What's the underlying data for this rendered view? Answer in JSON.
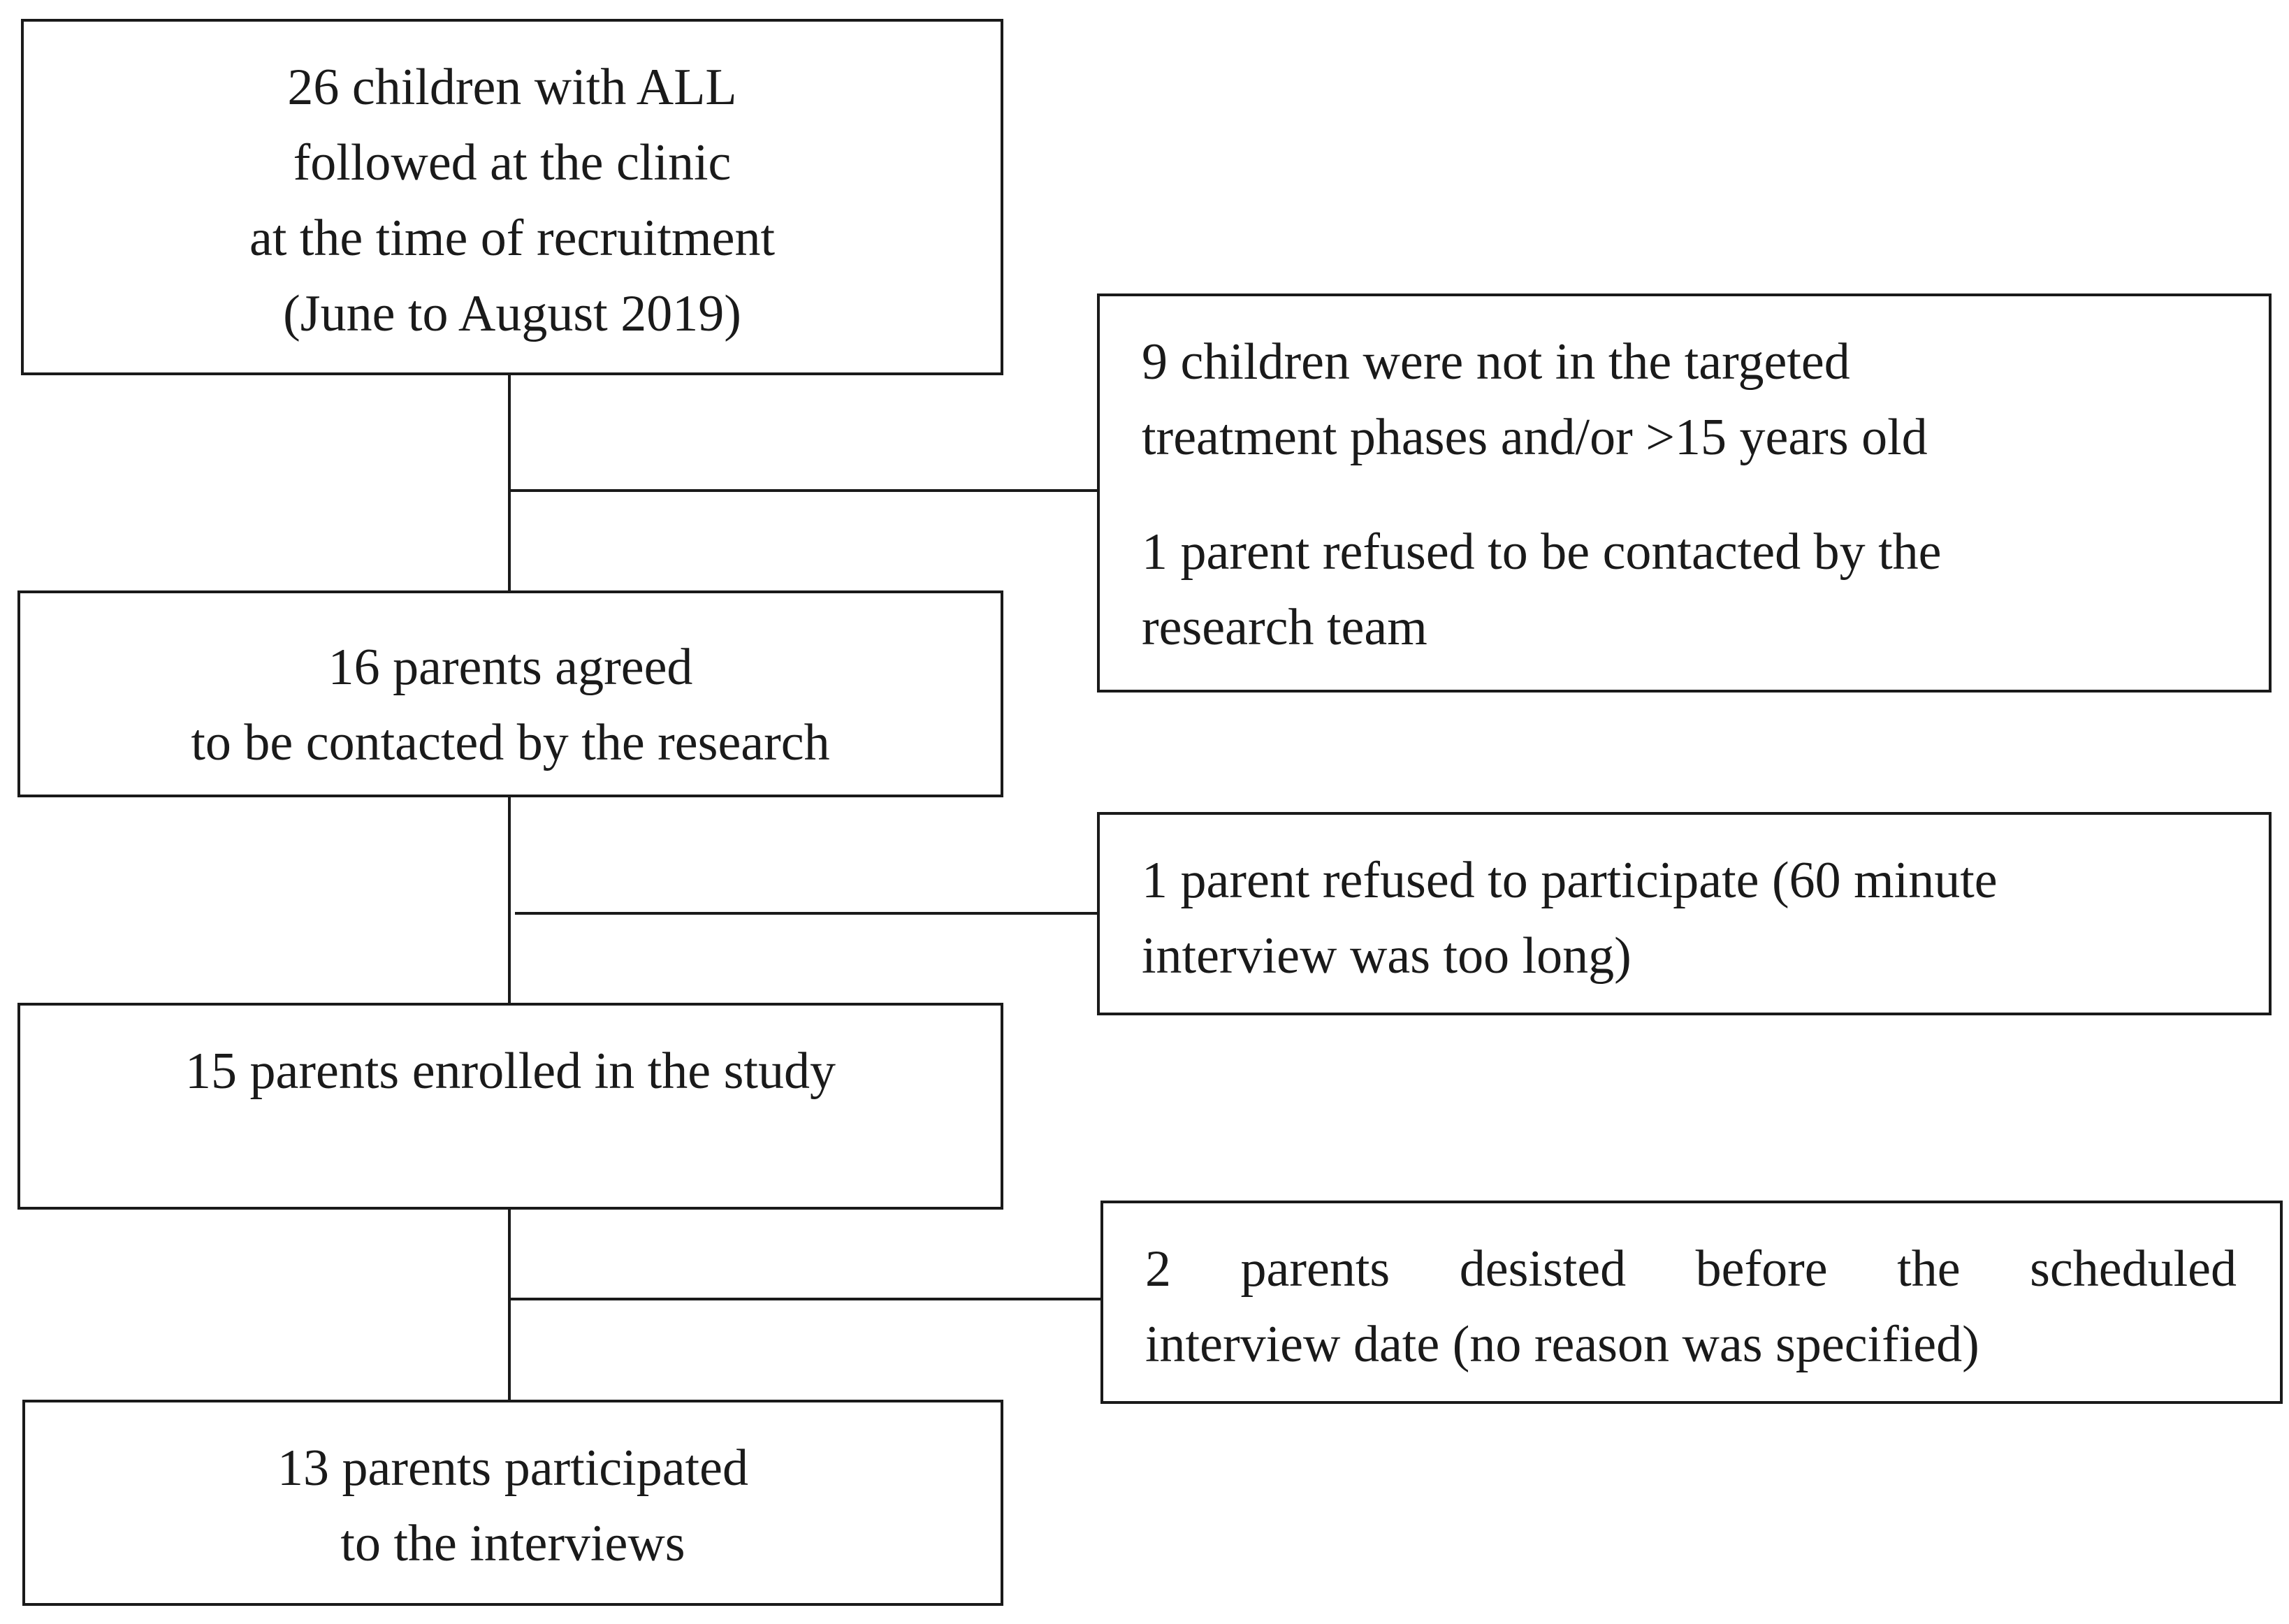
{
  "main_flow": [
    {
      "lines": [
        "26 children with ALL",
        "followed at the clinic",
        "at the time of recruitment",
        "(June to August 2019)"
      ]
    },
    {
      "lines": [
        "16 parents agreed",
        "to be contacted by the research"
      ]
    },
    {
      "lines": [
        "15 parents enrolled in the study"
      ]
    },
    {
      "lines": [
        "13 parents participated",
        "to the interviews"
      ]
    }
  ],
  "exclusions": [
    {
      "groups": [
        [
          "9 children were not in the targeted",
          "treatment phases and/or >15 years old"
        ],
        [
          "1 parent refused to be contacted by the",
          "research team"
        ]
      ]
    },
    {
      "lines": [
        "1 parent refused to participate (60 minute",
        "interview was too long)"
      ]
    },
    {
      "lines": [
        "2 parents desisted before the scheduled",
        "interview date (no reason was specified)"
      ]
    }
  ]
}
